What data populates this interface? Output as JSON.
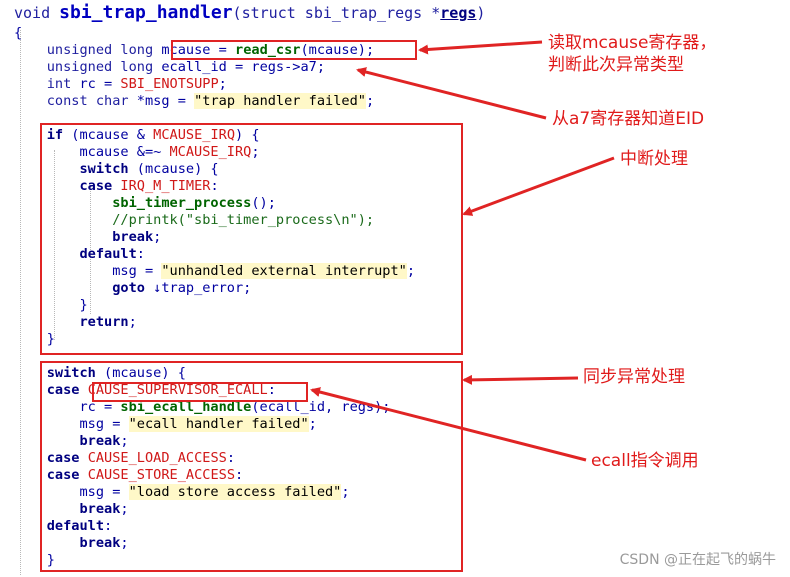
{
  "code": {
    "signature": {
      "ret": "void",
      "name": "sbi_trap_handler",
      "args": "(struct sbi_trap_regs *",
      "param": "regs",
      "close": ")"
    },
    "lines": [
      {
        "text": "{"
      },
      {
        "text": "    unsigned long mcause = read_csr(mcause);"
      },
      {
        "text": "    unsigned long ecall_id = regs->a7;"
      },
      {
        "text": "    int rc = SBI_ENOTSUPP;"
      },
      {
        "text": "    const char *msg = \"trap handler failed\";"
      },
      {
        "text": ""
      },
      {
        "text": "    if (mcause & MCAUSE_IRQ) {"
      },
      {
        "text": "        mcause &=~ MCAUSE_IRQ;"
      },
      {
        "text": "        switch (mcause) {"
      },
      {
        "text": "        case IRQ_M_TIMER:"
      },
      {
        "text": "            sbi_timer_process();"
      },
      {
        "text": "            //printk(\"sbi_timer_process\\n\");"
      },
      {
        "text": "            break;"
      },
      {
        "text": "        default:"
      },
      {
        "text": "            msg = \"unhandled external interrupt\";"
      },
      {
        "text": "            goto ↓trap_error;"
      },
      {
        "text": "        }"
      },
      {
        "text": "        return;"
      },
      {
        "text": "    }"
      },
      {
        "text": ""
      },
      {
        "text": "    switch (mcause) {"
      },
      {
        "text": "    case CAUSE_SUPERVISOR_ECALL:"
      },
      {
        "text": "        rc = sbi_ecall_handle(ecall_id, regs);"
      },
      {
        "text": "        msg = \"ecall handler failed\";"
      },
      {
        "text": "        break;"
      },
      {
        "text": "    case CAUSE_LOAD_ACCESS:"
      },
      {
        "text": "    case CAUSE_STORE_ACCESS:"
      },
      {
        "text": "        msg = \"load store access failed\";"
      },
      {
        "text": "        break;"
      },
      {
        "text": "    default:"
      },
      {
        "text": "        break;"
      },
      {
        "text": "    }"
      }
    ]
  },
  "annotations": {
    "read_mcause": "读取mcause寄存器，\n判断此次异常类型",
    "read_a7": "从a7寄存器知道EID",
    "interrupt": "中断处理",
    "sync_exception": "同步异常处理",
    "ecall": "ecall指令调用"
  },
  "watermark": "CSDN @正在起飞的蜗牛",
  "colors": {
    "highlight": "#e02424",
    "annotation_text": "#e01a1a"
  }
}
